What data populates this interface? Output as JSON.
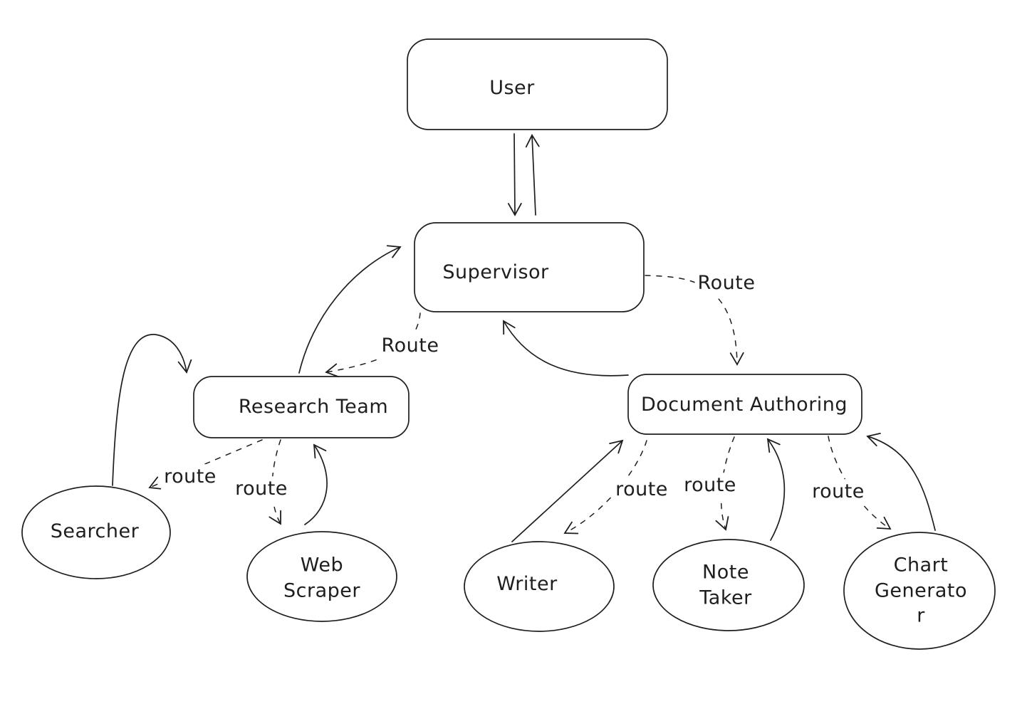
{
  "canvas": {
    "background": "#ffffff",
    "stroke_color": "#1e1e1e"
  },
  "nodes": {
    "user": {
      "label": "User",
      "shape": "rounded-rectangle"
    },
    "supervisor": {
      "label": "Supervisor",
      "shape": "rounded-rectangle"
    },
    "research_team": {
      "label": "Research Team",
      "shape": "rounded-rectangle"
    },
    "document_authoring": {
      "label": "Document Authoring",
      "shape": "rounded-rectangle"
    },
    "searcher": {
      "label": "Searcher",
      "shape": "ellipse"
    },
    "web_scraper": {
      "label": "Web\nScraper",
      "shape": "ellipse"
    },
    "writer": {
      "label": "Writer",
      "shape": "ellipse"
    },
    "note_taker": {
      "label": "Note\nTaker",
      "shape": "ellipse"
    },
    "chart_generator": {
      "label": "Chart\nGenerato\nr",
      "shape": "ellipse"
    }
  },
  "edge_labels": {
    "supervisor_to_research_team": "Route",
    "supervisor_to_document_authoring": "Route",
    "research_team_to_searcher": "route",
    "research_team_to_web_scraper": "route",
    "document_authoring_to_writer": "route",
    "document_authoring_to_note_taker": "route",
    "document_authoring_to_chart_generator": "route"
  }
}
